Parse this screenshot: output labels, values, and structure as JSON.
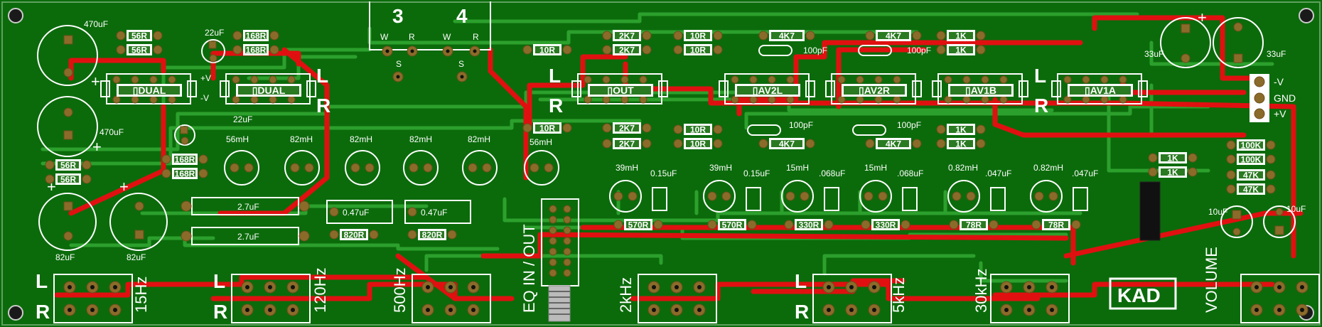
{
  "board": {
    "bg_color": "#0b6b0b",
    "track_red": "#e01010",
    "track_green": "#2ca02c",
    "silk_color": "#ffffff"
  },
  "labels": {
    "pot3": "3",
    "pot4": "4",
    "w1": "W",
    "r1": "R",
    "s1": "S",
    "w2": "W",
    "r2": "R",
    "s2": "S",
    "cap470a": "470uF",
    "cap470b": "470uF",
    "cap22a": "22uF",
    "cap22b": "22uF",
    "cap82a": "82uF",
    "cap82b": "82uF",
    "cap33a": "33uF",
    "cap33b": "33uF",
    "cap10a": "10uF",
    "cap10b": "10uF",
    "plus1": "+",
    "plus2": "+",
    "plus3": "+",
    "plus4": "+",
    "plus5": "+",
    "pv": "+V",
    "mv": "-V",
    "mvr": "-V",
    "gnd": "GND",
    "pvr": "+V",
    "L1": "L",
    "R1": "R",
    "L2": "L",
    "R2": "R",
    "L3": "L",
    "R3": "R",
    "bL1": "L",
    "bR1": "R",
    "bL2": "L",
    "bR2": "R",
    "bL3": "L",
    "bR3": "R",
    "hz15": "15Hz",
    "hz120": "120Hz",
    "hz500": "500Hz",
    "hz2k": "2kHz",
    "hz5k": "5kHz",
    "hz30k": "30kHz",
    "eq": "EQ IN / OUT",
    "kad": "KAD",
    "volume": "VOLUME",
    "ind56a": "56mH",
    "ind82a": "82mH",
    "ind82b": "82mH",
    "ind82c": "82mH",
    "ind82d": "82mH",
    "ind56b": "56mH",
    "ind39a": "39mH",
    "ind39b": "39mH",
    "ind15a": "15mH",
    "ind15b": "15mH",
    "ind082a": "0.82mH",
    "ind082b": "0.82mH",
    "c015a": "0.15uF",
    "c015b": "0.15uF",
    "c068a": ".068uF",
    "c068b": ".068uF",
    "c047a": ".047uF",
    "c047b": ".047uF",
    "c100a": "100pF",
    "c100b": "100pF",
    "c100c": "100pF",
    "c100d": "100pF"
  },
  "resistors": {
    "r56a": "56R",
    "r56b": "56R",
    "r56c": "56R",
    "r56d": "56R",
    "r168a": "168R",
    "r168b": "168R",
    "r168c": "168R",
    "r168d": "168R",
    "r10a": "10R",
    "r10b": "10R",
    "r10c": "10R",
    "r10d": "10R",
    "r10e": "10R",
    "r10f": "10R",
    "r2k7a": "2K7",
    "r2k7b": "2K7",
    "r2k7c": "2K7",
    "r2k7d": "2K7",
    "r4k7a": "4K7",
    "r4k7b": "4K7",
    "r4k7c": "4K7",
    "r4k7d": "4K7",
    "r1ka": "1K",
    "r1kb": "1K",
    "r1kc": "1K",
    "r1kd": "1K",
    "r1ke": "1K",
    "r1kf": "1K",
    "r100ka": "100K",
    "r100kb": "100K",
    "r47ka": "47K",
    "r47kb": "47K",
    "r570a": "570R",
    "r570b": "570R",
    "r330a": "330R",
    "r330b": "330R",
    "r78a": "78R",
    "r78b": "78R",
    "r820a": "820R",
    "r820b": "820R"
  },
  "caps": {
    "c27a": "2.7uF",
    "c27b": "2.7uF",
    "c047a": "0.47uF",
    "c047b": "0.47uF"
  },
  "ics": {
    "dual1": "DUAL",
    "dual2": "DUAL",
    "out": "OUT",
    "av2l": "AV2L",
    "av2r": "AV2R",
    "av1b": "AV1B",
    "av1a": "AV1A"
  }
}
